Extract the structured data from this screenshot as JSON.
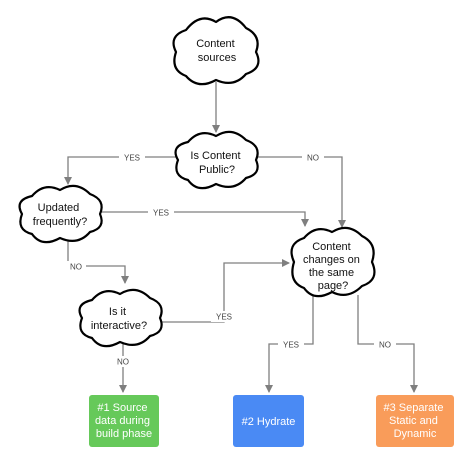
{
  "nodes": {
    "content_sources": [
      "Content",
      "sources"
    ],
    "is_content_public": [
      "Is Content",
      "Public?"
    ],
    "updated_frequently": [
      "Updated",
      "frequently?"
    ],
    "content_changes": [
      "Content",
      "changes on",
      "the same",
      "page?"
    ],
    "is_interactive": [
      "Is it",
      "interactive?"
    ]
  },
  "outcomes": {
    "source_build": {
      "lines": [
        "#1 Source",
        "data during",
        "build phase"
      ],
      "color": "#66c95a"
    },
    "hydrate": {
      "lines": [
        "#2 Hydrate"
      ],
      "color": "#4a8af4"
    },
    "separate": {
      "lines": [
        "#3 Separate",
        "Static and",
        "Dynamic"
      ],
      "color": "#f99c5a"
    }
  },
  "edges": {
    "public_yes": "YES",
    "public_no": "NO",
    "updated_yes": "YES",
    "updated_no": "NO",
    "interactive_yes": "YES",
    "interactive_no": "NO",
    "changes_yes": "YES",
    "changes_no": "NO"
  },
  "colors": {
    "line": "#7f7f7f",
    "outline": "#000000"
  }
}
